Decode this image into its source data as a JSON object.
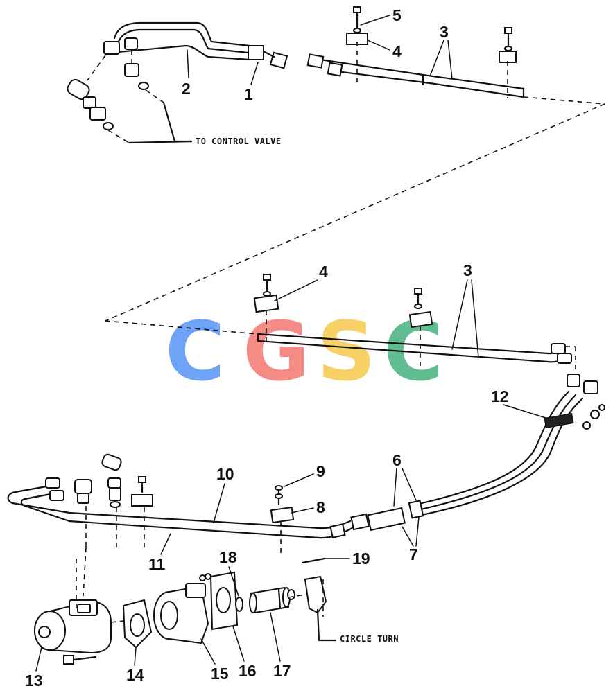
{
  "callouts": {
    "c1": "1",
    "c2": "2",
    "c3a": "3",
    "c3b": "3",
    "c4a": "4",
    "c4b": "4",
    "c5": "5",
    "c6": "6",
    "c7": "7",
    "c8": "8",
    "c9": "9",
    "c10": "10",
    "c11": "11",
    "c12": "12",
    "c13": "13",
    "c14": "14",
    "c15": "15",
    "c16": "16",
    "c17": "17",
    "c18": "18",
    "c19": "19"
  },
  "notes": {
    "control_valve": "TO CONTROL VALVE",
    "circle_turn": "CIRCLE TURN"
  },
  "watermark": {
    "letters": [
      "C",
      "G",
      "S",
      "C"
    ],
    "colors": [
      "#4f8ff7",
      "#f2736b",
      "#f6c844",
      "#3fae7a"
    ]
  }
}
